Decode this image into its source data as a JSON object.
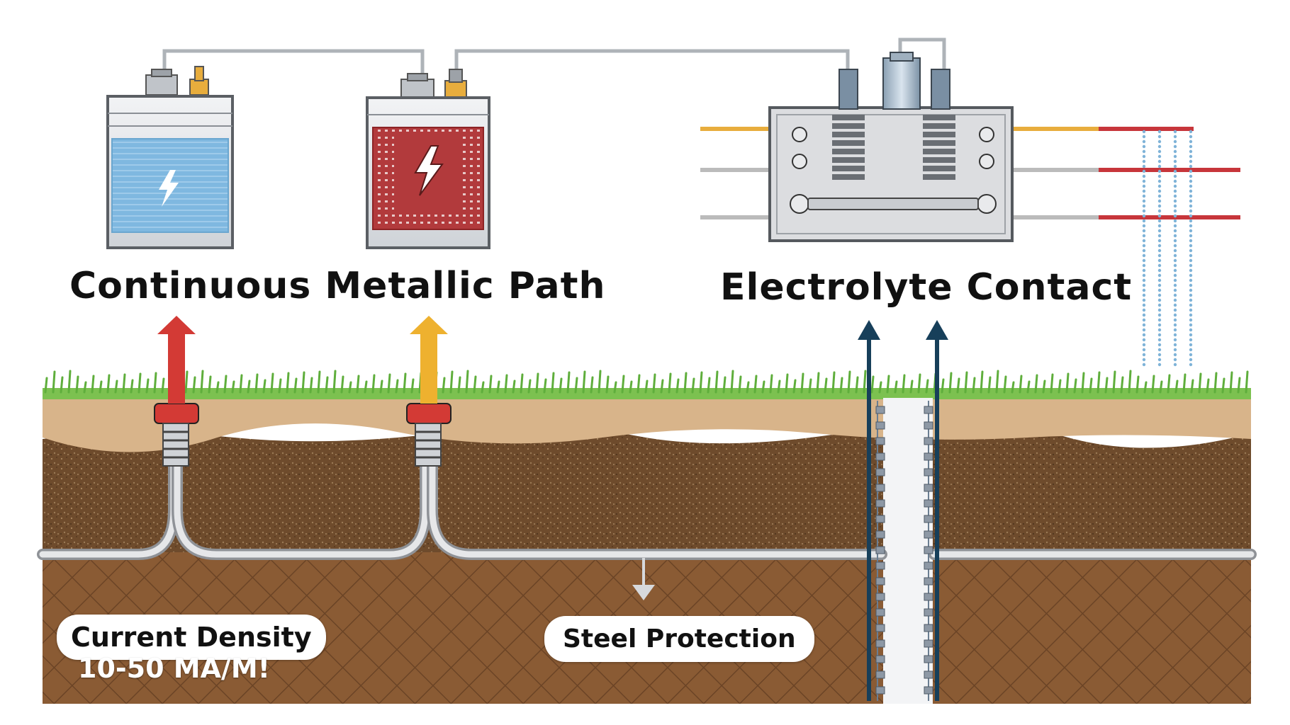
{
  "labels": {
    "metallic_path": "Continuous Metallic Path",
    "electrolyte": "Electrolyte Contact",
    "current_density": "Current Density",
    "current_density_value": "10-50 MA/M!",
    "steel_protection": "Steel Protection"
  },
  "colors": {
    "arrow_red": "#d33a35",
    "arrow_yellow": "#eeb12f",
    "arrow_navy": "#173f5a",
    "grass": "#7cc150",
    "topsoil": "#d8b48a",
    "soil": "#6e4b2c",
    "deep_soil": "#8a5b34",
    "battery_blue": "#7fb8e0",
    "battery_red": "#b23a3c",
    "wire_yellow": "#e8ad3d",
    "wire_red": "#c7363b",
    "wire_grey": "#bbbbbb"
  },
  "icons": [
    "lightning-bolt-icon",
    "screw-terminal-icon",
    "arrow-up-icon",
    "arrow-down-icon"
  ]
}
